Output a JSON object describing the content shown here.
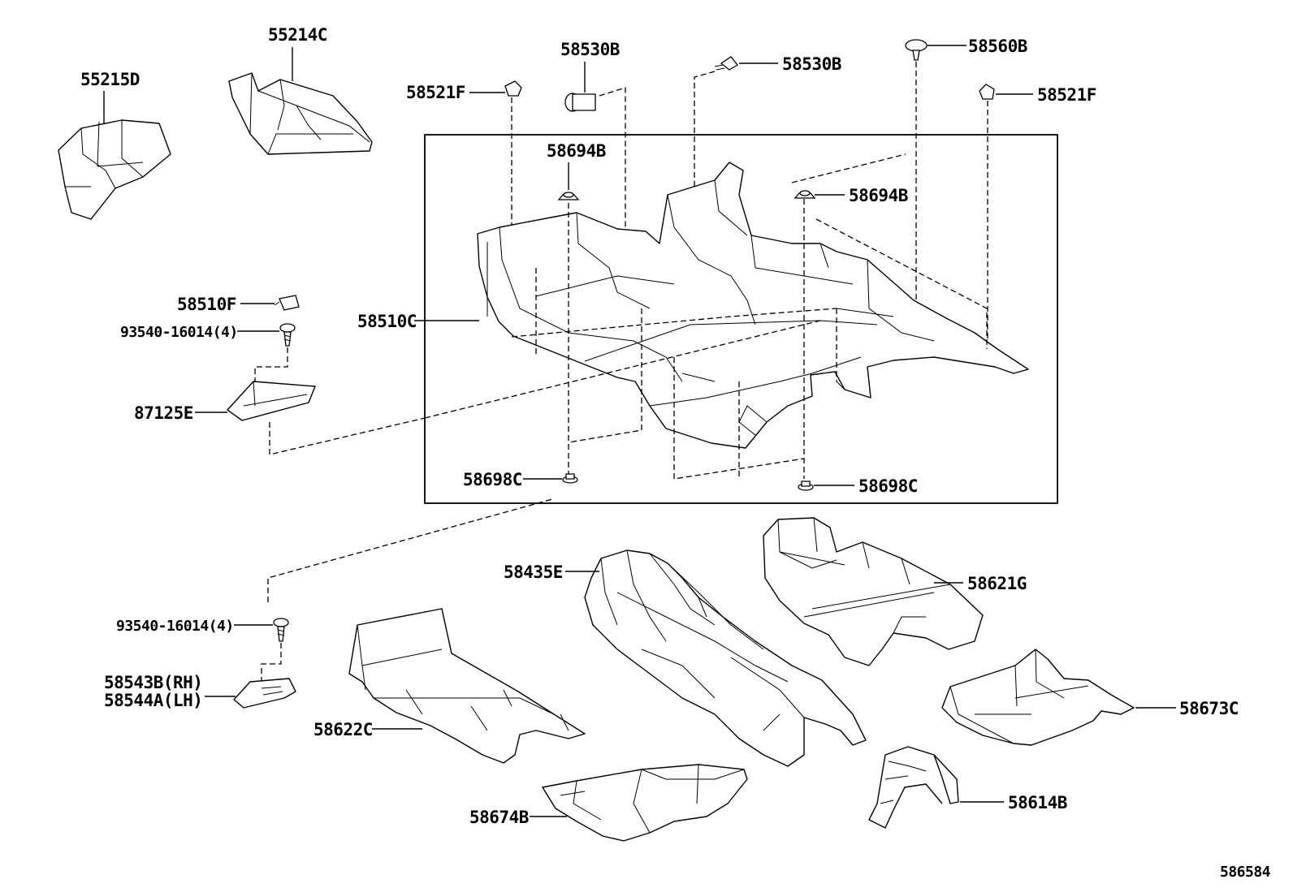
{
  "diagram_id": "586584",
  "labels": {
    "p55215D": "55215D",
    "p55214C": "55214C",
    "p58530B_a": "58530B",
    "p58530B_b": "58530B",
    "p58560B": "58560B",
    "p58521F_a": "58521F",
    "p58521F_b": "58521F",
    "p58694B_a": "58694B",
    "p58694B_b": "58694B",
    "p58510F": "58510F",
    "p93540_a": "93540-16014(4)",
    "p58510C": "58510C",
    "p87125E": "87125E",
    "p58698C_a": "58698C",
    "p58698C_b": "58698C",
    "p93540_b": "93540-16014(4)",
    "p58543B": "58543B(RH)",
    "p58544A": "58544A(LH)",
    "p58435E": "58435E",
    "p58621G": "58621G",
    "p58622C": "58622C",
    "p58673C": "58673C",
    "p58674B": "58674B",
    "p58614B": "58614B"
  }
}
